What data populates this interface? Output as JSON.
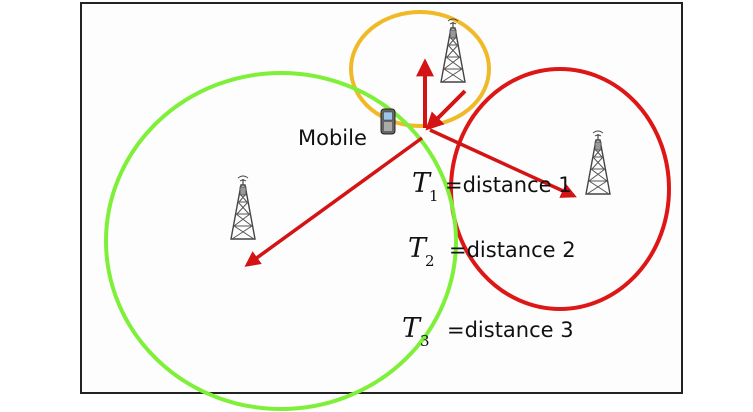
{
  "mobile_label": "Mobile",
  "equations": [
    {
      "symbol": "T",
      "subscript": "1",
      "text": "=distance 1"
    },
    {
      "symbol": "T",
      "subscript": "2",
      "text": "=distance 2"
    },
    {
      "symbol": "T",
      "subscript": "3",
      "text": "=distance 3"
    }
  ],
  "colors": {
    "circle_green": "#7ef03a",
    "circle_red": "#dd1616",
    "circle_yellow": "#f0b928",
    "arrow_red": "#d41414",
    "tower": "#444444"
  },
  "icons": [
    "phone-icon",
    "cell-tower-icon"
  ]
}
